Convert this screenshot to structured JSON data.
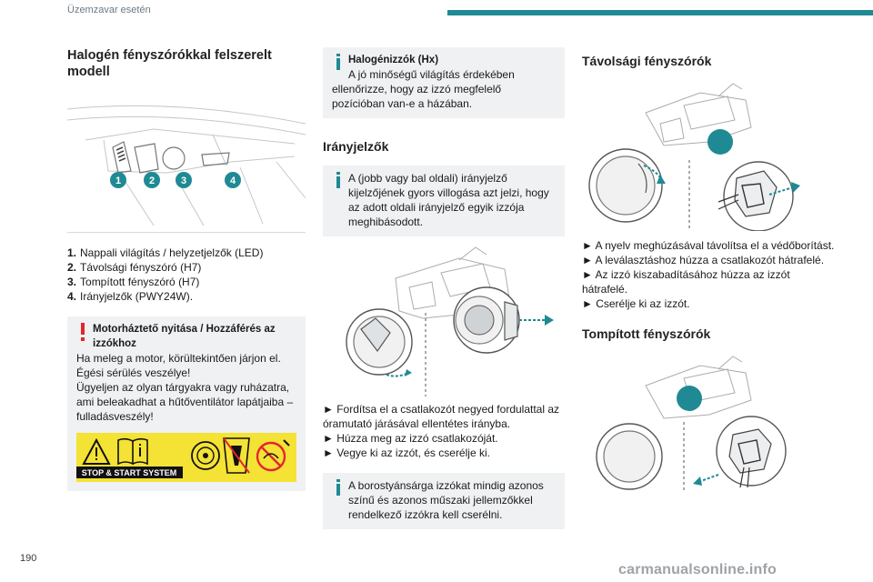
{
  "header": {
    "section_title": "Üzemzavar esetén",
    "accent_color": "#1f8a94"
  },
  "page_number": "190",
  "watermark": "carmanualsonline.info",
  "col1": {
    "title": "Halogén fényszórókkal felszerelt modell",
    "callouts": [
      "1",
      "2",
      "3",
      "4"
    ],
    "list": [
      {
        "num": "1.",
        "text": "Nappali világítás / helyzetjelzők (LED)"
      },
      {
        "num": "2.",
        "text": "Távolsági fényszóró (H7)"
      },
      {
        "num": "3.",
        "text": "Tompított fényszóró (H7)"
      },
      {
        "num": "4.",
        "text": "Irányjelzők (PWY24W)."
      }
    ],
    "warning": {
      "title": "Motorháztető nyitása / Hozzáférés az izzókhoz",
      "lines": [
        "Ha meleg a motor, körültekintően járjon el.",
        "Égési sérülés veszélye!",
        "Ügyeljen az olyan tárgyakra vagy ruházatra, ami beleakadhat a hűtőventilátor lapátjaiba – fulladásveszély!"
      ]
    },
    "stop_start_label": "STOP & START SYSTEM",
    "warn_panel_color": "#f4e235"
  },
  "col2": {
    "note_halogen": {
      "title": "Halogénizzók (Hx)",
      "text": "A jó minőségű világítás érdekében ellenőrizze, hogy az izzó megfelelő pozícióban van-e a házában."
    },
    "turn_signals_title": "Irányjelzők",
    "note_turn": "A (jobb vagy bal oldali) irányjelző kijelzőjének gyors villogása azt jelzi, hogy az adott oldali irányjelző egyik izzója meghibásodott.",
    "steps": [
      "► Fordítsa el a csatlakozót negyed fordulattal az óramutató járásával ellentétes irányba.",
      "► Húzza meg az izzó csatlakozóját.",
      "► Vegye ki az izzót, és cserélje ki."
    ],
    "note_amber": "A borostyánsárga izzókat mindig azonos színű és azonos műszaki jellemzőkkel rendelkező izzókra kell cserélni."
  },
  "col3": {
    "high_beam_title": "Távolsági fényszórók",
    "high_beam_steps": [
      "► A nyelv meghúzásával távolítsa el a védőborítást.",
      "► A leválasztáshoz húzza a csatlakozót hátrafelé.",
      "► Az izzó kiszabadításához húzza az izzót hátrafelé.",
      "► Cserélje ki az izzót."
    ],
    "low_beam_title": "Tompított fényszórók"
  }
}
